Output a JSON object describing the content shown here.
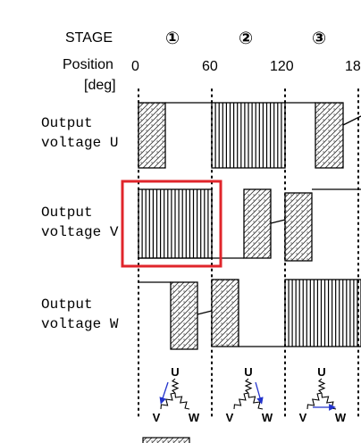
{
  "header": {
    "stage_label": "STAGE",
    "position_label_1": "Position",
    "position_label_2": "[deg]"
  },
  "stages": [
    "①",
    "②",
    "③"
  ],
  "positions": [
    "0",
    "60",
    "120",
    "18"
  ],
  "rows": [
    {
      "label_1": "Output",
      "label_2": "voltage U"
    },
    {
      "label_1": "Output",
      "label_2": "voltage V"
    },
    {
      "label_1": "Output",
      "label_2": "voltage W"
    }
  ],
  "phase_labels": {
    "u": "U",
    "v": "V",
    "w": "W"
  },
  "colors": {
    "highlight": "#e0252b",
    "arrow": "#2233cc",
    "line": "#000000"
  }
}
